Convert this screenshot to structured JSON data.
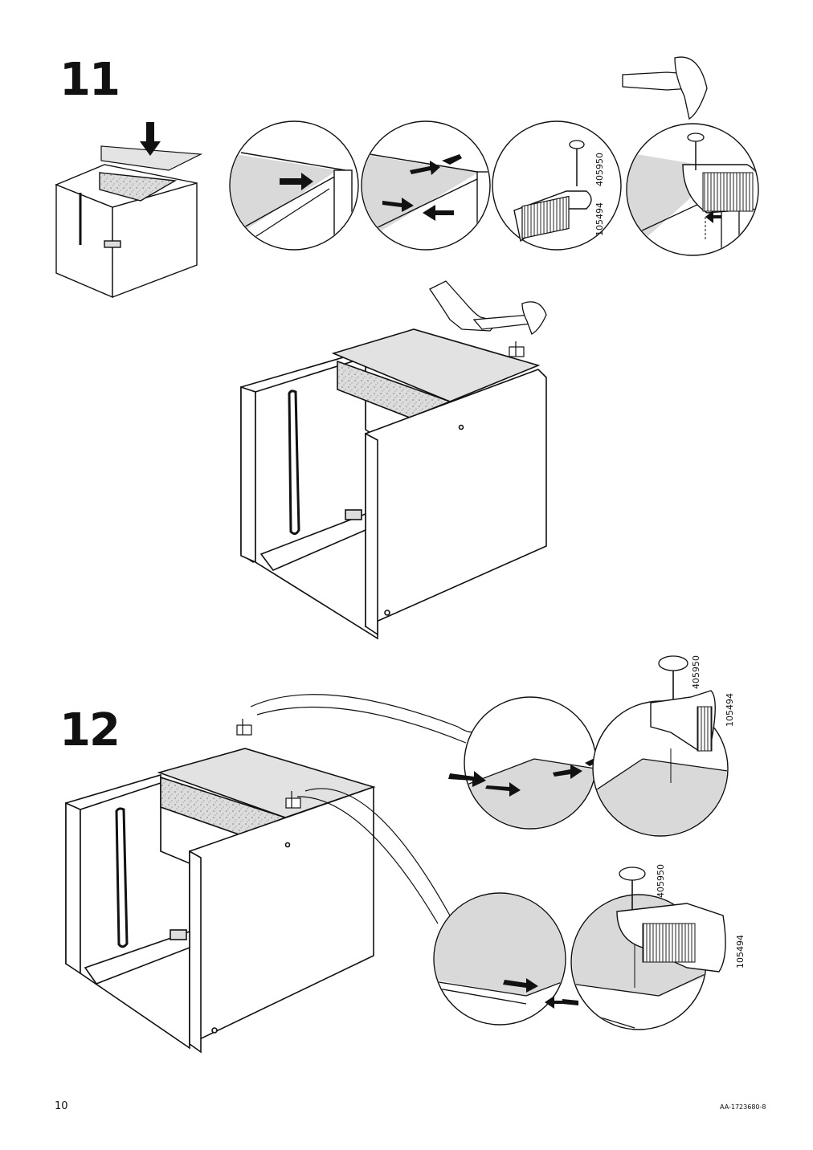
{
  "page": {
    "page_number": "10",
    "doc_code": "AA-1723680-8"
  },
  "step_11": {
    "number": "11",
    "part_label_nail": "405950",
    "part_label_holder": "105494"
  },
  "step_12": {
    "number": "12",
    "part_label_nail_top": "405950",
    "part_label_holder_top": "105494",
    "part_label_nail_bottom": "405950",
    "part_label_holder_bottom": "105494"
  },
  "icons": [
    "arrow-down-icon",
    "hammer-icon",
    "hand-icon",
    "nail-icon",
    "nail-holder-icon",
    "press-arrow-icon"
  ]
}
